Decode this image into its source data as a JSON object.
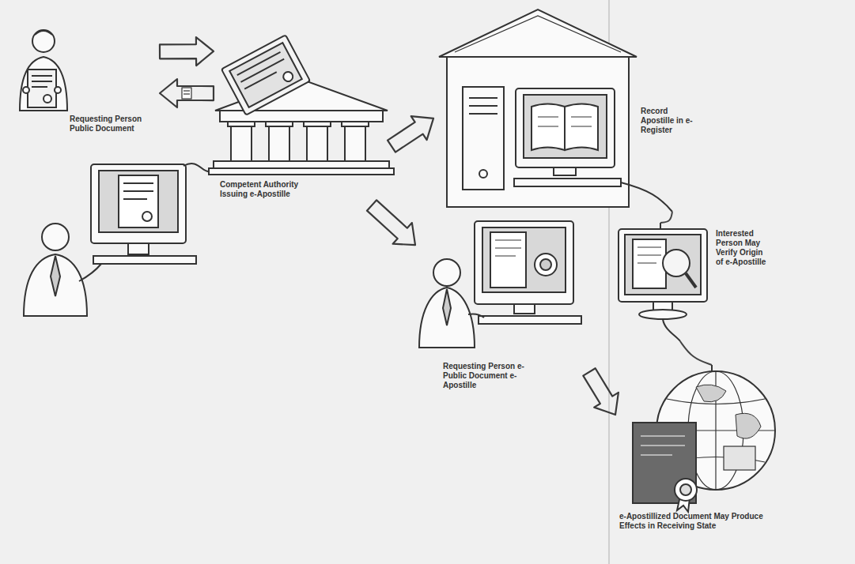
{
  "diagram": {
    "nodes": [
      {
        "text": [
          "Requesting Person Public Document"
        ]
      },
      {
        "text": [
          "Competent Authority Issuing e-Apostille"
        ]
      },
      {
        "text": [
          "Record Apostille in e-Register"
        ]
      },
      {
        "text": [
          "Interested Person May Verify Origin of e-Apostille"
        ]
      },
      {
        "text": [
          "Requesting Person e-Public Document e-Apostille"
        ]
      },
      {
        "text": [
          "e-Apostillized Document May Produce Effects in Receiving State"
        ]
      }
    ],
    "edges": [
      {
        "from": 0,
        "to": 1,
        "arrow": "to"
      },
      {
        "from": 1,
        "to": 0,
        "arrow": "to"
      },
      {
        "from": 1,
        "to": 2,
        "arrow": "to"
      },
      {
        "from": 1,
        "to": 4,
        "arrow": "to"
      },
      {
        "from": 4,
        "to": 5,
        "arrow": "to"
      },
      {
        "from": 2,
        "to": 3,
        "arrow": "none"
      },
      {
        "from": 3,
        "to": 5,
        "arrow": "none"
      }
    ]
  }
}
